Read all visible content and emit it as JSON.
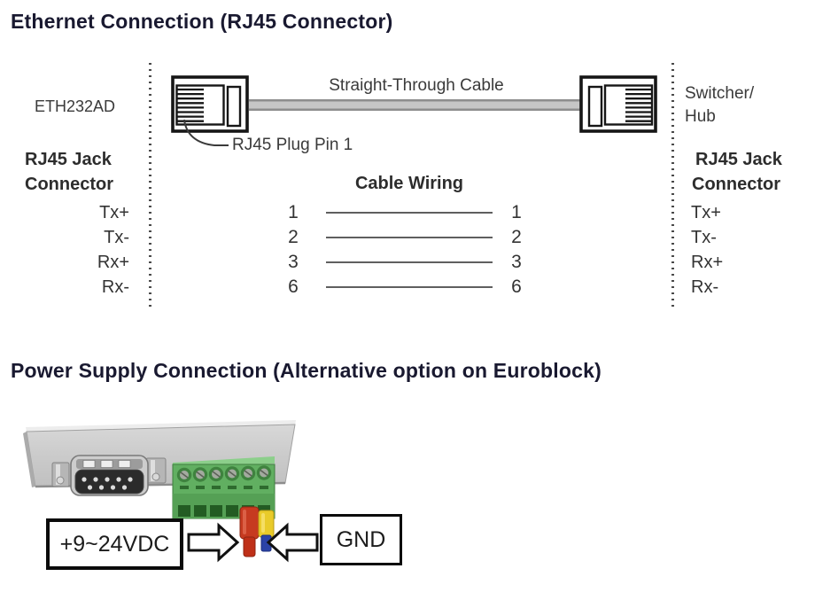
{
  "ethernet": {
    "title": "Ethernet Connection (RJ45 Connector)",
    "device_label": "ETH232AD",
    "cable_label": "Straight-Through Cable",
    "plug_pin_note": "RJ45 Plug Pin 1",
    "switcher_line1": "Switcher/",
    "switcher_line2": "Hub",
    "left_jack": {
      "heading_line1": "RJ45 Jack",
      "heading_line2": "Connector",
      "pins": [
        "Tx+",
        "Tx-",
        "Rx+",
        "Rx-"
      ]
    },
    "right_jack": {
      "heading_line1": "RJ45 Jack",
      "heading_line2": "Connector",
      "pins": [
        "Tx+",
        "Tx-",
        "Rx+",
        "Rx-"
      ]
    },
    "cable_wiring": {
      "heading": "Cable Wiring",
      "rows": [
        {
          "left_pin": "1",
          "right_pin": "1"
        },
        {
          "left_pin": "2",
          "right_pin": "2"
        },
        {
          "left_pin": "3",
          "right_pin": "3"
        },
        {
          "left_pin": "6",
          "right_pin": "6"
        }
      ]
    }
  },
  "power": {
    "title": "Power Supply Connection (Alternative option on Euroblock)",
    "voltage_label": "+9~24VDC",
    "ground_label": "GND"
  },
  "colors": {
    "heading_text": "#191930",
    "diagram_text": "#3a3a3a",
    "terminal_green": "#61af61",
    "wire_red": "#c63a20",
    "wire_yellow": "#e9cb2a",
    "wire_blue": "#2b43a7",
    "cable_gray": "#b5b5b5"
  }
}
